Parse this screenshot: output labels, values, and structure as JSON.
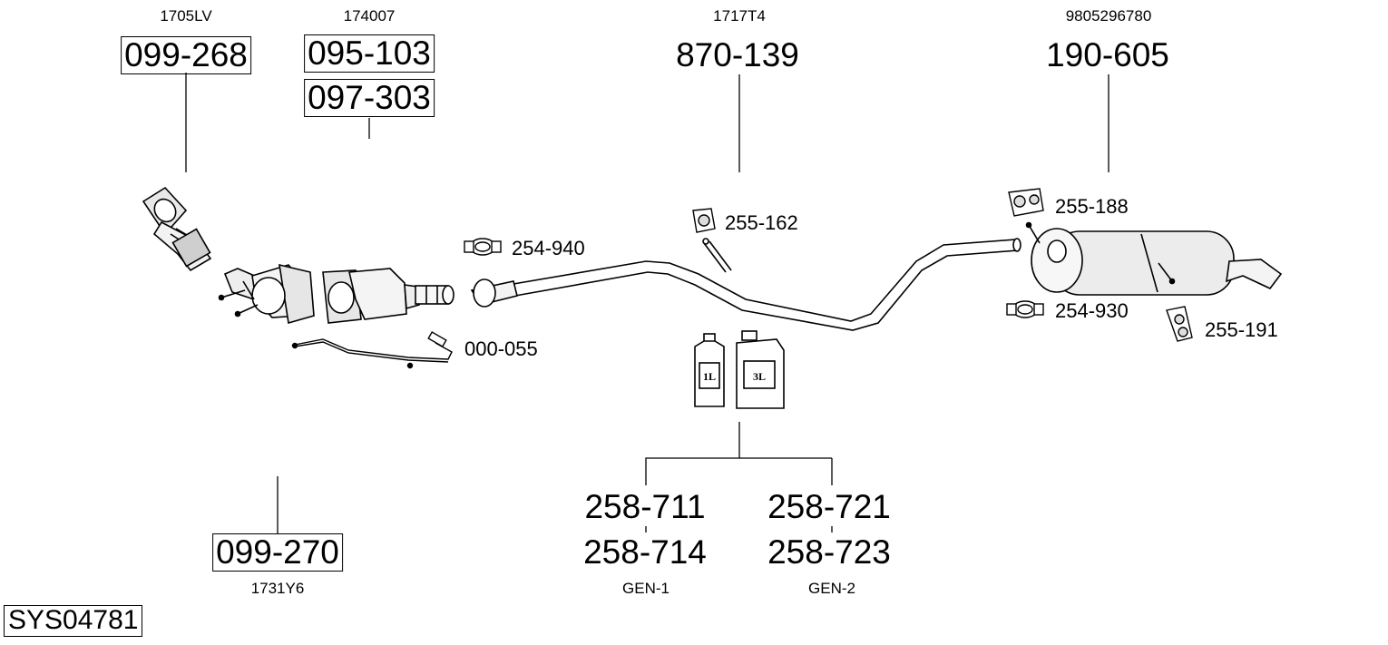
{
  "system_id": "SYS04781",
  "groups": {
    "downpipe": {
      "oem": "1705LV",
      "parts": [
        "099-268"
      ]
    },
    "catalyst": {
      "oem": "174007",
      "parts": [
        "095-103",
        "097-303"
      ]
    },
    "middle_pipe": {
      "oem": "1717T4",
      "parts": [
        "870-139"
      ]
    },
    "rear_silencer": {
      "oem": "9805296780",
      "parts": [
        "190-605"
      ]
    },
    "mounting_kit": {
      "oem": "1731Y6",
      "parts": [
        "099-270"
      ]
    },
    "additive_1l": {
      "oem": "GEN-1",
      "parts": [
        "258-711",
        "258-714"
      ]
    },
    "additive_3l": {
      "oem": "GEN-2",
      "parts": [
        "258-721",
        "258-723"
      ]
    }
  },
  "small_parts": {
    "clamp_front": "254-940",
    "hanger_middle": "255-162",
    "hanger_rear_top": "255-188",
    "clamp_rear": "254-930",
    "hanger_rear_bottom": "255-191",
    "sensor_pipe": "000-055"
  },
  "container_labels": {
    "small": "1L",
    "large": "3L"
  }
}
